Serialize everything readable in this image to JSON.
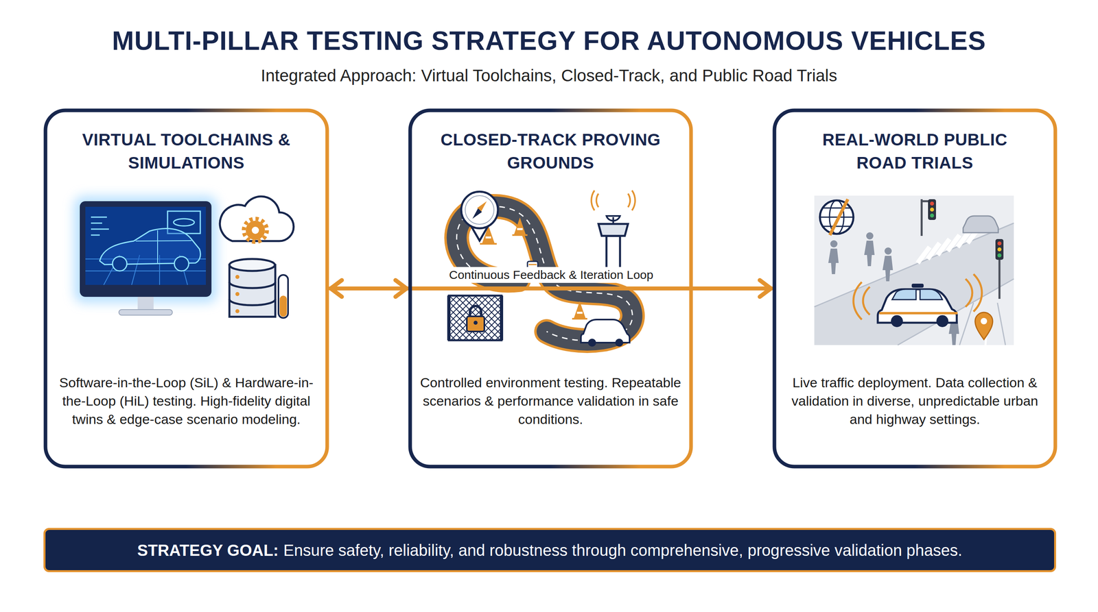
{
  "diagram": {
    "title": "MULTI-PILLAR TESTING STRATEGY FOR AUTONOMOUS VEHICLES",
    "caption": "Integrated Approach: Virtual Toolchains, Closed-Track, and Public Road Trials",
    "nodes": [
      {
        "text": [
          "VIRTUAL TOOLCHAINS & SIMULATIONS",
          "Software-in-the-Loop (SiL) & Hardware-in-the-Loop (HiL) testing. High-fidelity digital twins & edge-case scenario modeling."
        ]
      },
      {
        "text": [
          "CLOSED-TRACK PROVING GROUNDS",
          "Controlled environment testing. Repeatable scenarios & performance validation in safe conditions."
        ]
      },
      {
        "text": [
          "REAL-WORLD PUBLIC ROAD TRIALS",
          "Live traffic deployment. Data collection & validation in diverse, unpredictable urban and highway settings."
        ]
      },
      {
        "text": [
          "STRATEGY GOAL:",
          "Ensure safety, reliability, and robustness through comprehensive, progressive validation phases."
        ]
      }
    ],
    "edges": [
      {
        "from": 0,
        "to": 1,
        "arrow": "to"
      },
      {
        "from": 1,
        "to": 2,
        "arrow": "to"
      },
      {
        "from": 2,
        "to": 0,
        "arrow": "to",
        "label": "Continuous Feedback & Iteration Loop"
      }
    ]
  }
}
